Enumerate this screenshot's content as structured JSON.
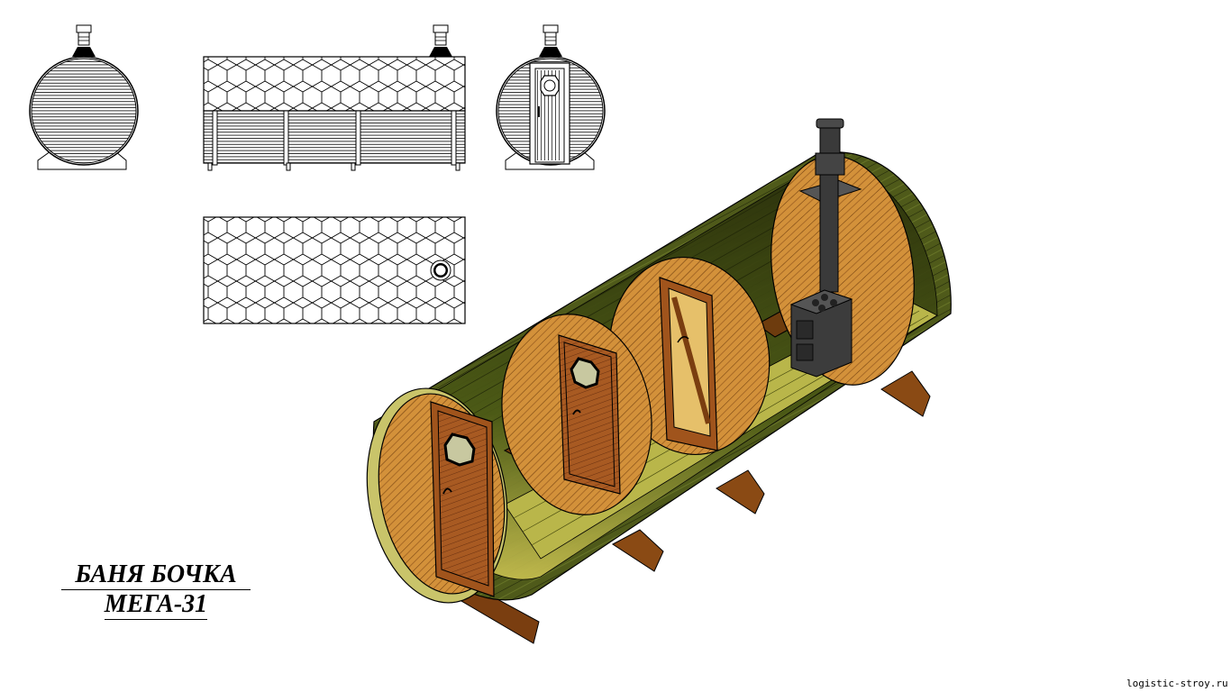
{
  "title": {
    "line1": "БАНЯ БОЧКА",
    "line2": "МЕГА-31"
  },
  "watermark": "logistic-stroy.ru",
  "colors": {
    "wood_light": "#d89a3c",
    "wood_mid": "#b8742a",
    "wood_dark": "#8a4e18",
    "shell_green": "#55611e",
    "shell_dark": "#2e3612",
    "shell_rim": "#c9c46a",
    "stove": "#3a3a3a",
    "line": "#000000"
  },
  "icons": {
    "chimney": "chimney-icon",
    "stove": "stove-icon",
    "porthole": "porthole-window-icon"
  }
}
